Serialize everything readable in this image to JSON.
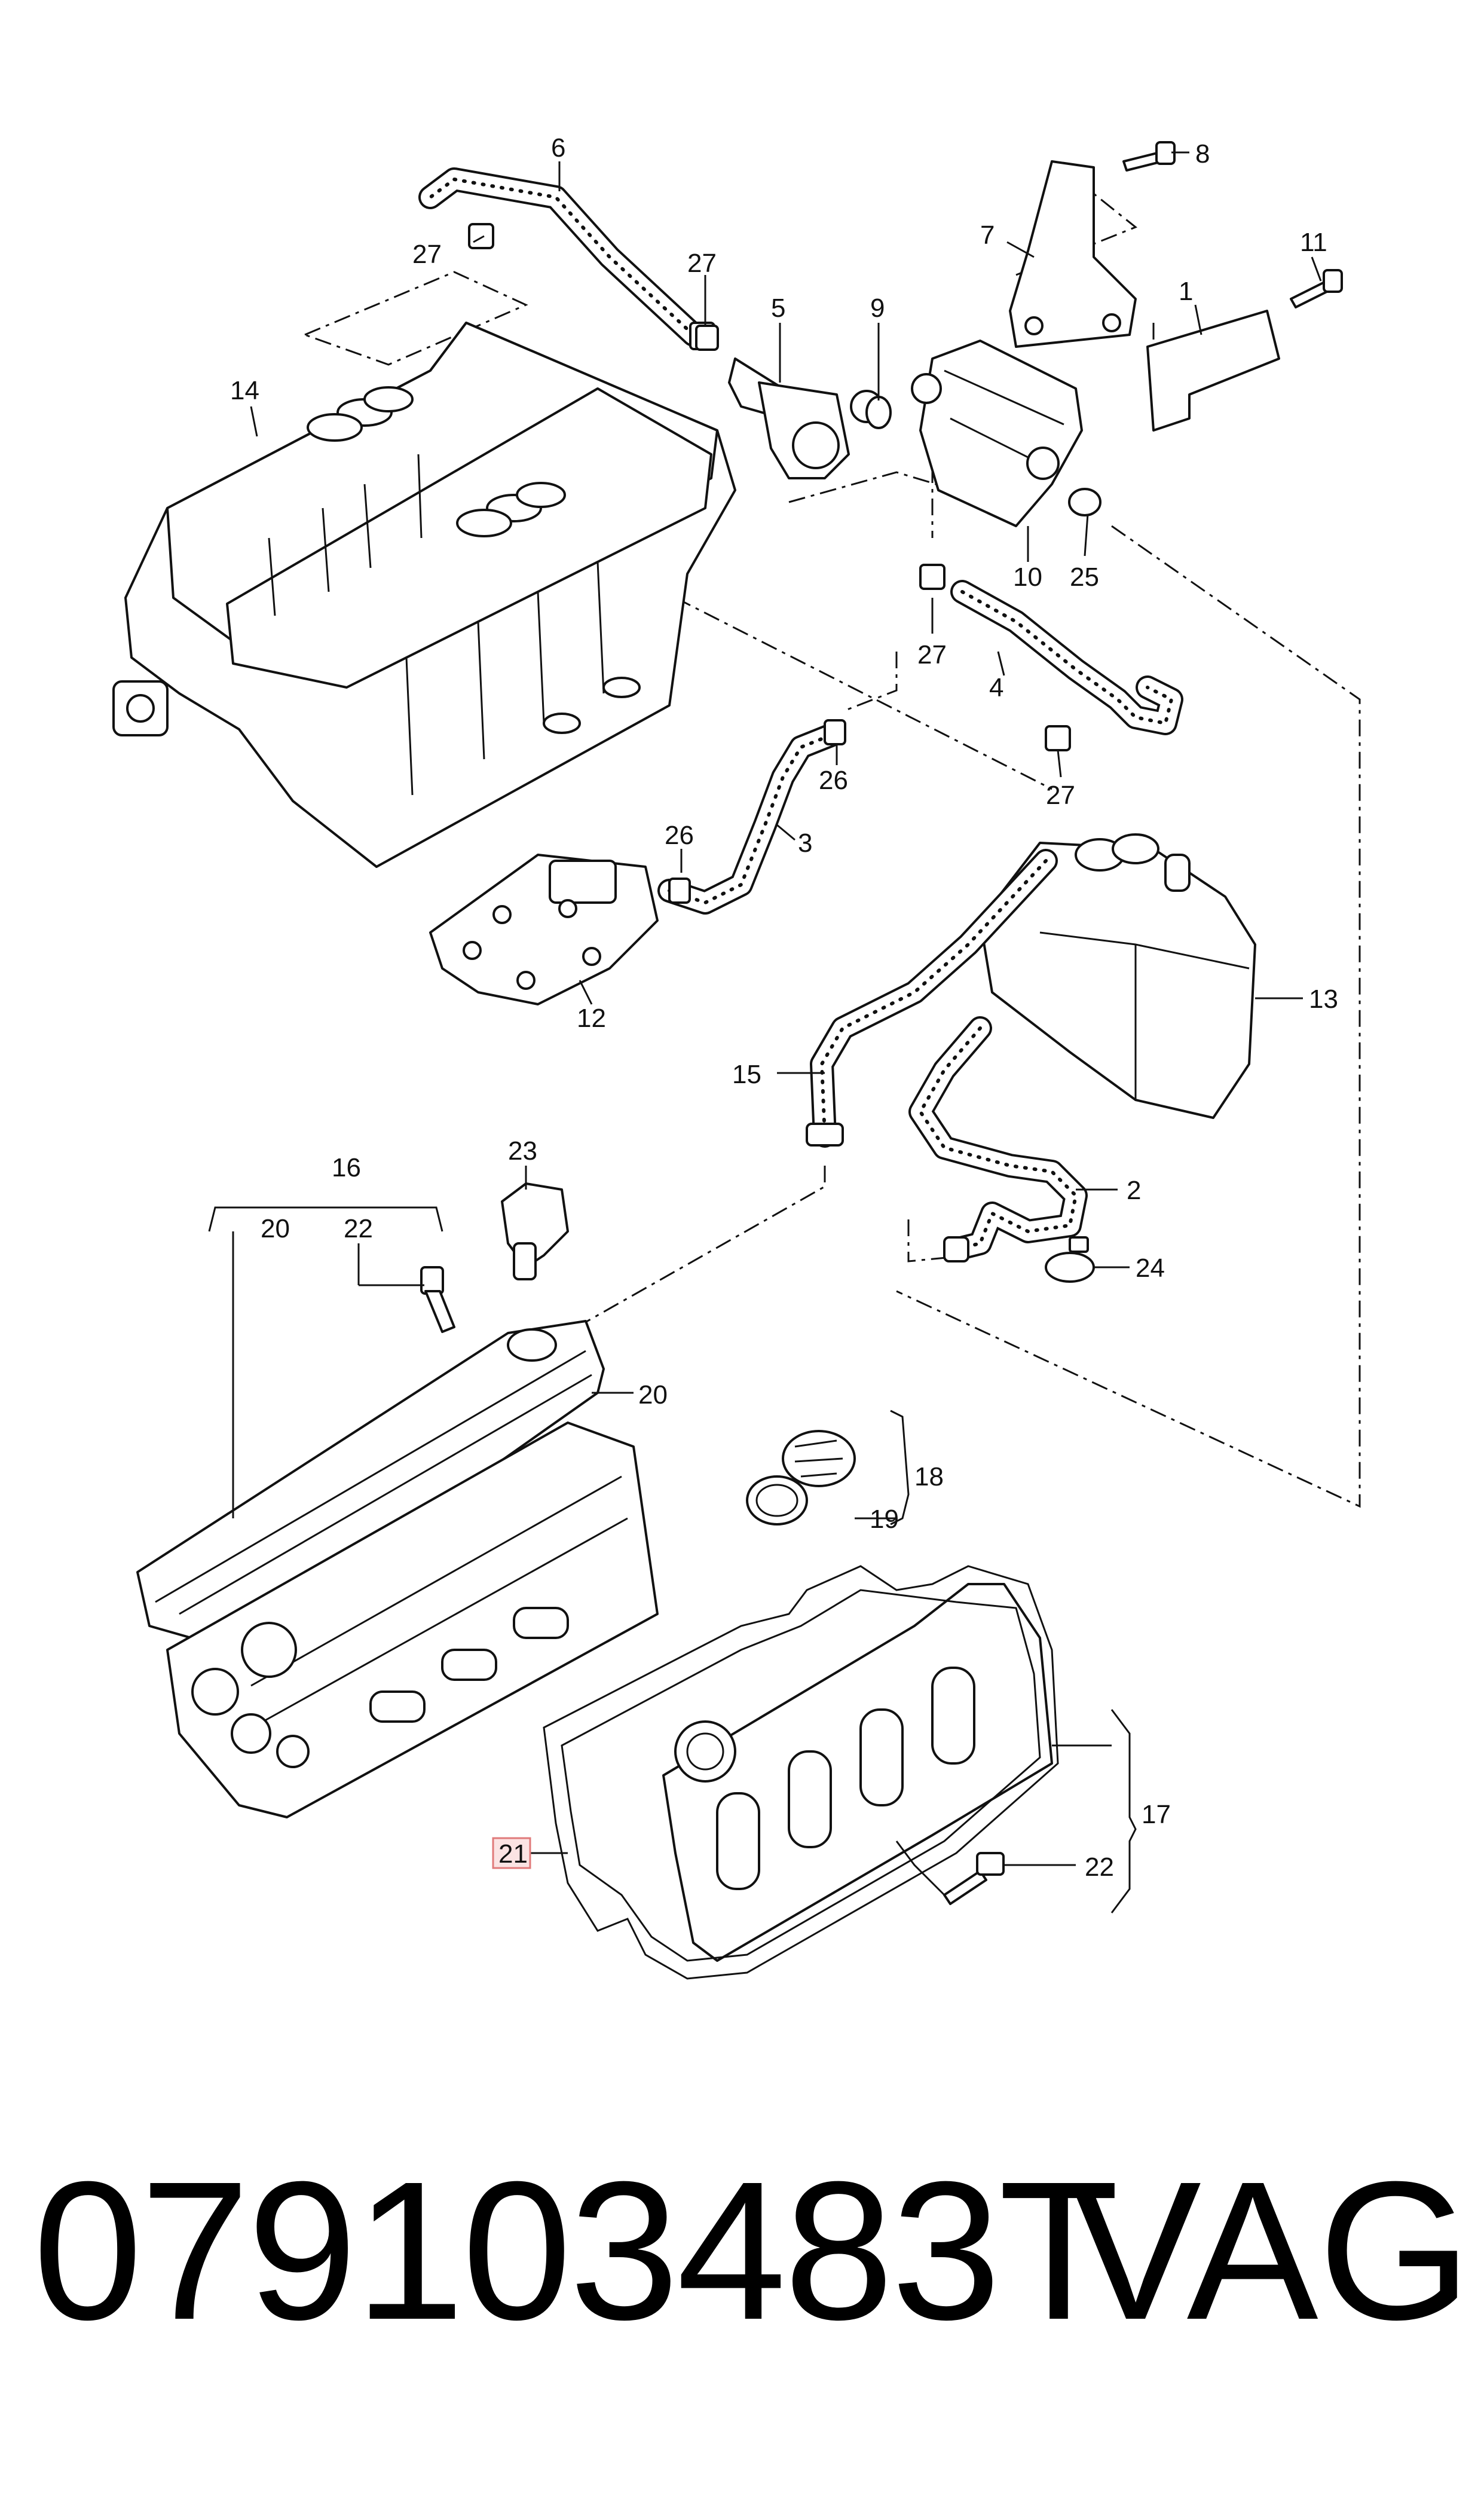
{
  "callouts": {
    "c1": "1",
    "c2": "2",
    "c3": "3",
    "c4": "4",
    "c5": "5",
    "c6": "6",
    "c7": "7",
    "c8": "8",
    "c9": "9",
    "c10": "10",
    "c11": "11",
    "c12": "12",
    "c13": "13",
    "c14": "14",
    "c15": "15",
    "c16": "16",
    "c17": "17",
    "c18": "18",
    "c19": "19",
    "c20a": "20",
    "c20b": "20",
    "c21": "21",
    "c22a": "22",
    "c22b": "22",
    "c23": "23",
    "c24": "24",
    "c25": "25",
    "c26a": "26",
    "c26b": "26",
    "c27a": "27",
    "c27b": "27",
    "c27c": "27",
    "c27d": "27"
  },
  "footer": {
    "part_number": "079103483T",
    "brand": "VAG"
  },
  "colors": {
    "highlight_box": "#e07a7a",
    "highlight_fill": "#fbe3e3"
  }
}
